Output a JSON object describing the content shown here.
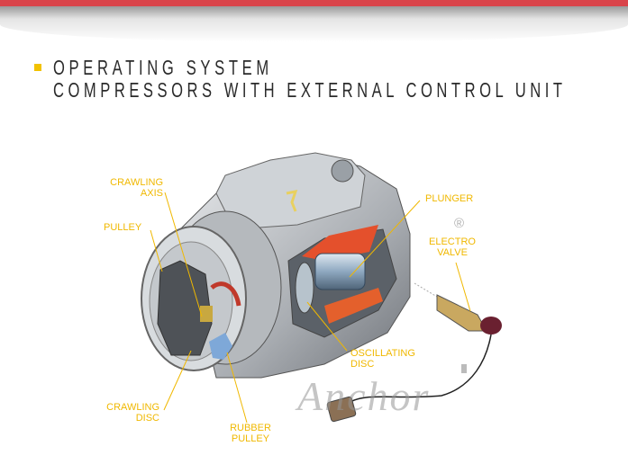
{
  "slide": {
    "title": "OPERATING SYSTEM",
    "subtitle": "COMPRESSORS WITH EXTERNAL CONTROL UNIT",
    "accent_color": "#d9444a",
    "bullet_color": "#f2c200",
    "label_color": "#f0b800"
  },
  "diagram": {
    "labels": {
      "crawling_axis": [
        "CRAWLING",
        "AXIS"
      ],
      "pulley": "PULLEY",
      "plunger": "PLUNGER",
      "electro_valve": [
        "ELECTRO",
        "VALVE"
      ],
      "oscillating_disc": [
        "OSCILLATING",
        "DISC"
      ],
      "crawling_disc": [
        "CRAWLING",
        "DISC"
      ],
      "rubber_pulley": [
        "RUBBER",
        "PULLEY"
      ]
    },
    "watermark": "Anchor",
    "registered_mark": "®"
  }
}
